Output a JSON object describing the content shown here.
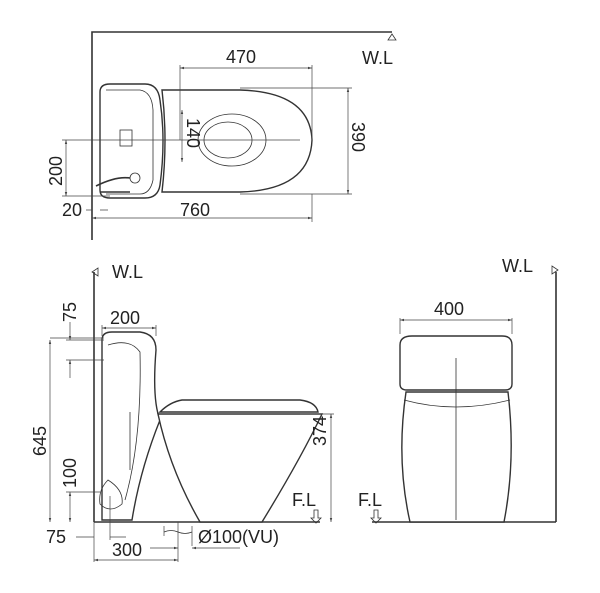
{
  "top_view": {
    "wall_label": "W.L",
    "dims": {
      "bowl_length": "470",
      "width": "390",
      "tank_offset": "140",
      "supply_height": "200",
      "supply_offset": "20",
      "total_length": "760"
    }
  },
  "side_view": {
    "wall_label": "W.L",
    "floor_label": "F.L",
    "dims": {
      "tank_top": "75",
      "tank_depth": "200",
      "total_height": "645",
      "supply_height": "100",
      "seat_height": "374",
      "supply_wall": "75",
      "rough_in": "300",
      "outlet": "Ø100(VU)"
    }
  },
  "front_view": {
    "wall_label": "W.L",
    "floor_label": "F.L",
    "dims": {
      "width": "400"
    }
  }
}
